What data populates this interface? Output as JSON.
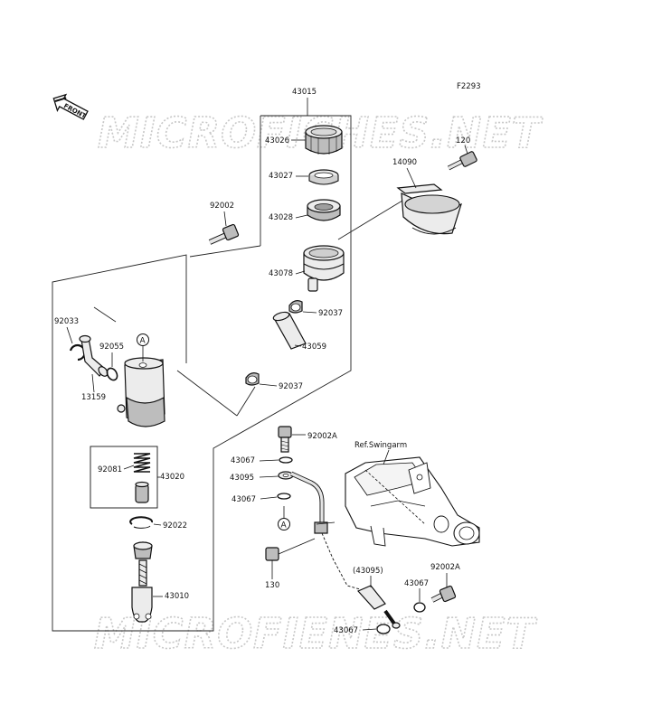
{
  "figure_code": "F2293",
  "front_label": "FRONT",
  "ref_label": "Ref.Swingarm",
  "watermark": "MICROFICHES.NET",
  "watermark_bottom": "MICROFIENES.NET",
  "callout_a": "A",
  "parts": {
    "p43015": "43015",
    "p43026": "43026",
    "p43027": "43027",
    "p43028": "43028",
    "p43078": "43078",
    "p92037a": "92037",
    "p43059": "43059",
    "p92037b": "92037",
    "p120": "120",
    "p14090": "14090",
    "p92002": "92002",
    "p92033": "92033",
    "p92055": "92055",
    "p13159": "13159",
    "p92081": "92081",
    "p43020": "43020",
    "p92022": "92022",
    "p43010": "43010",
    "p92002A_a": "92002A",
    "p43067_a": "43067",
    "p43095": "43095",
    "p43067_b": "43067",
    "p130": "130",
    "p43095_ref": "(43095)",
    "p43067_c": "43067",
    "p92002A_b": "92002A",
    "p43067_d": "43067"
  }
}
